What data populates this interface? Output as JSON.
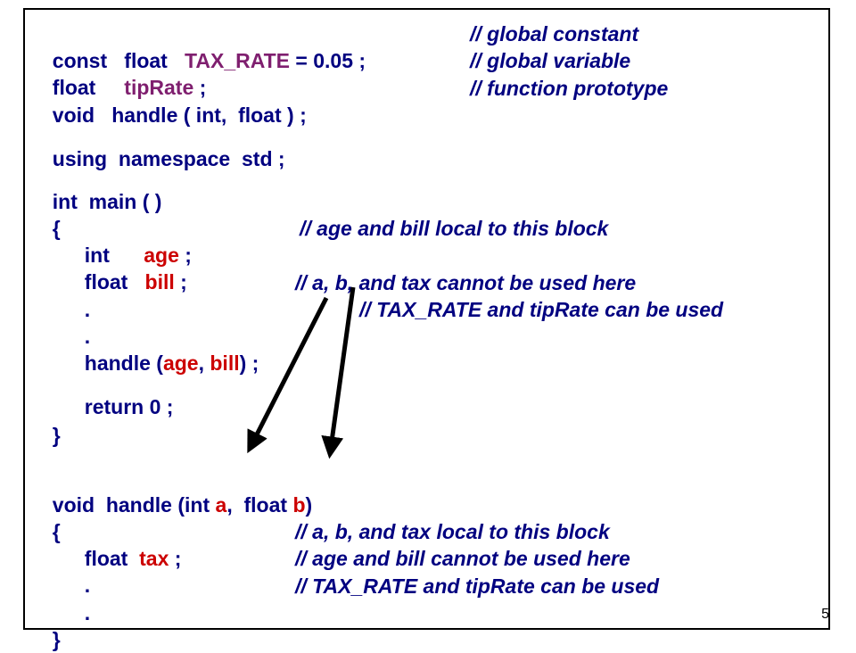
{
  "lines": {
    "l1": {
      "a": "const",
      "b": "float",
      "c": "TAX_RATE",
      "d": "= 0.05 ;",
      "comment": "// global constant"
    },
    "l2": {
      "a": "float",
      "b": "tipRate",
      "c": ";",
      "comment": "// global variable"
    },
    "l3": {
      "a": "void",
      "b": "handle",
      "c": "( int,",
      "d": "float",
      "e": ") ;",
      "comment": "// function prototype"
    },
    "l4": {
      "a": "using",
      "b": "namespace",
      "c": "std ;"
    },
    "l5": {
      "a": "int",
      "b": "main ( )"
    },
    "l6": {
      "a": "{"
    },
    "l7": {
      "a": "int",
      "b": "age",
      "c": ";",
      "comment": "// age and bill local to this block"
    },
    "l8": {
      "a": "float",
      "b": "bill",
      "c": ";"
    },
    "l9": {
      "a": ".",
      "comment": "// a, b, and tax cannot be used here"
    },
    "l10": {
      "a": ".",
      "comment": "// TAX_RATE and tipRate can be used"
    },
    "l11": {
      "a": "handle (",
      "b": "age",
      "c": ",",
      "d": "bill",
      "e": ") ;"
    },
    "l12": {
      "a": "return 0 ;"
    },
    "l13": {
      "a": "}"
    },
    "l14": {
      "a": "void",
      "b": "handle (",
      "c": "int",
      "d": "a",
      "e": ",",
      "f": "float",
      "g": "b",
      "h": ")"
    },
    "l15": {
      "a": "{"
    },
    "l16": {
      "a": "float",
      "b": "tax",
      "c": ";",
      "comment": "// a, b, and tax local to this block"
    },
    "l17": {
      "a": ".",
      "comment": "// age and bill cannot be used here"
    },
    "l18": {
      "a": ".",
      "comment": "// TAX_RATE and tipRate can be used"
    },
    "l19": {
      "a": "}"
    }
  },
  "page_number": "5",
  "colors": {
    "keyword": "#000080",
    "identifier": "#7f1f6f",
    "local": "#cc0000",
    "arrow": "#000000"
  }
}
